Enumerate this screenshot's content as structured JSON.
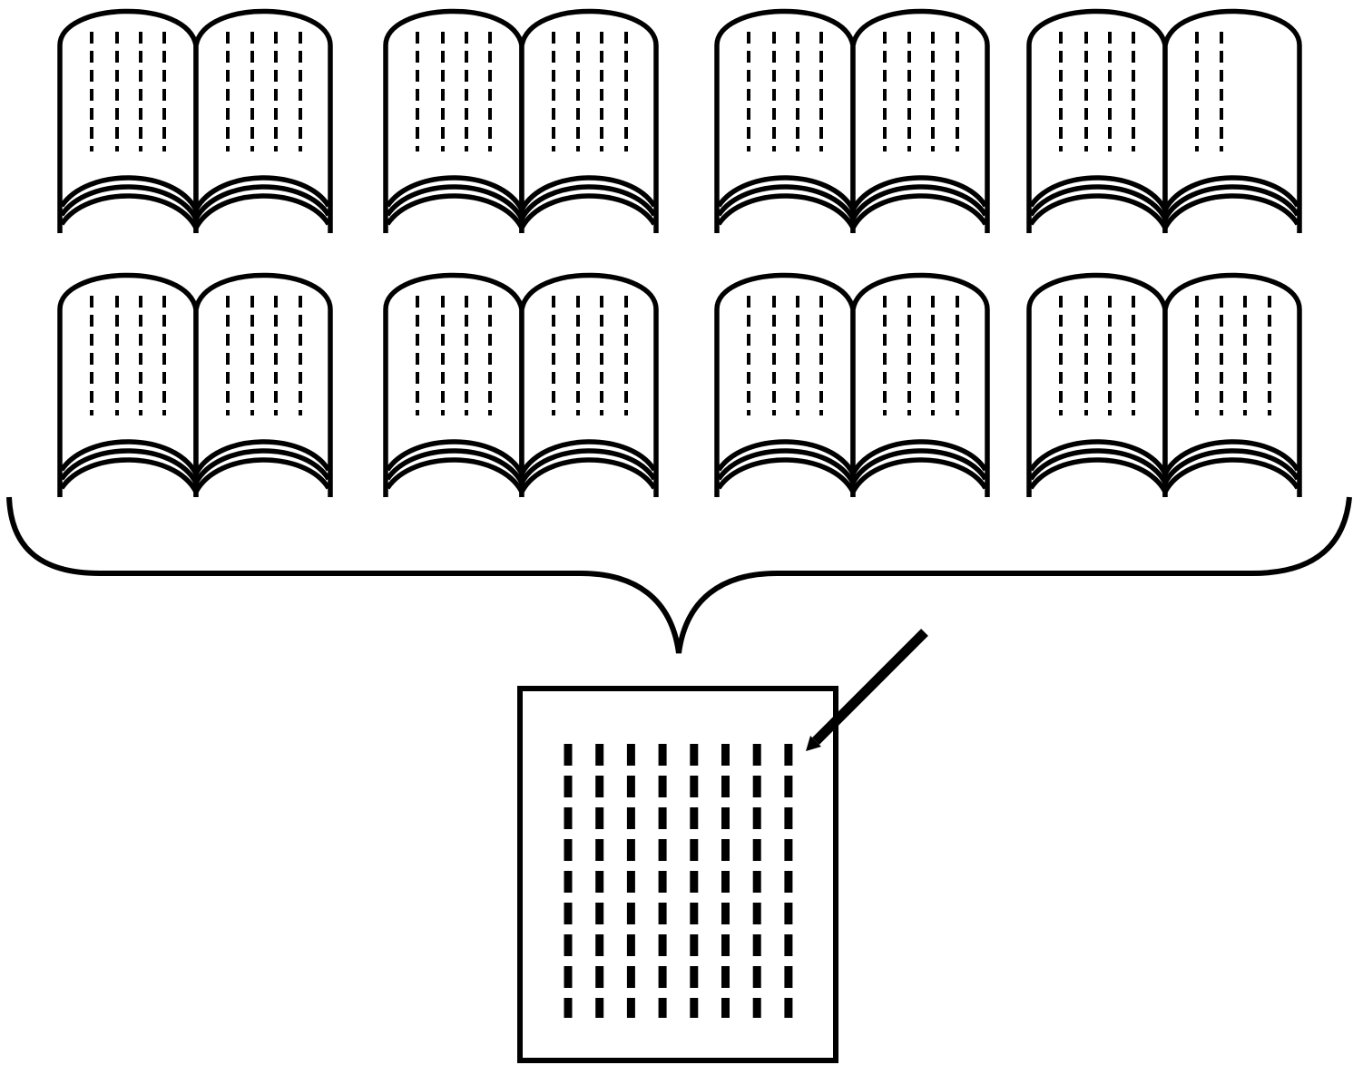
{
  "diagram": {
    "type": "books-to-summary-illustration",
    "colors": {
      "stroke": "#000000",
      "background": "#ffffff",
      "page_fill": "#ffffff"
    },
    "books": [
      {
        "id": "book-1",
        "left_page_text_columns": 4,
        "right_page_text_columns": 4
      },
      {
        "id": "book-2",
        "left_page_text_columns": 4,
        "right_page_text_columns": 4
      },
      {
        "id": "book-3",
        "left_page_text_columns": 4,
        "right_page_text_columns": 4
      },
      {
        "id": "book-4",
        "left_page_text_columns": 4,
        "right_page_text_columns": 2
      },
      {
        "id": "book-5",
        "left_page_text_columns": 4,
        "right_page_text_columns": 4
      },
      {
        "id": "book-6",
        "left_page_text_columns": 4,
        "right_page_text_columns": 4
      },
      {
        "id": "book-7",
        "left_page_text_columns": 4,
        "right_page_text_columns": 4
      },
      {
        "id": "book-8",
        "left_page_text_columns": 4,
        "right_page_text_columns": 4
      }
    ],
    "connector": "curly-brace",
    "output_sheet": {
      "text_columns": 8
    },
    "icons": [
      "open-book-icon",
      "curly-brace-icon",
      "document-icon",
      "pen-icon"
    ]
  }
}
